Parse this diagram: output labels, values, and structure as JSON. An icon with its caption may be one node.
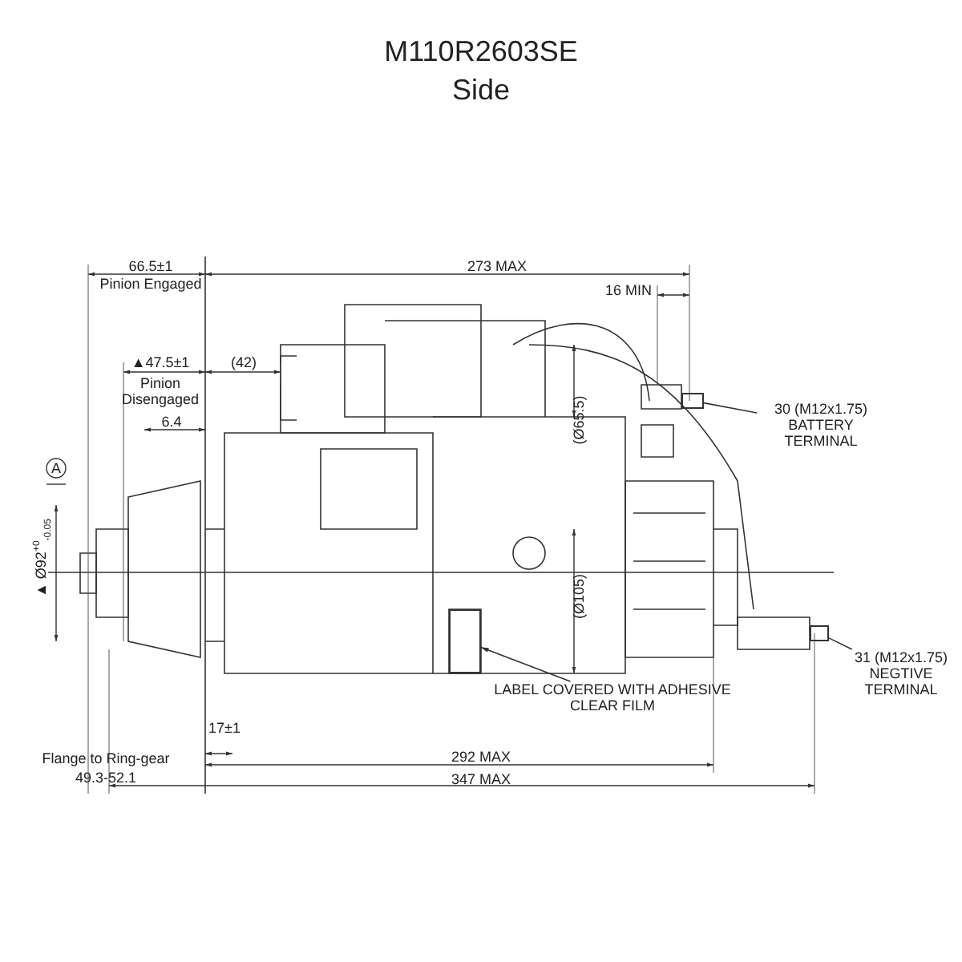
{
  "diagram": {
    "title": "M110R2603SE",
    "nodes": [
      {
        "text": [
          "30 (M12x1.75) BATTERY TERMINAL"
        ]
      },
      {
        "text": [],
        "shape": "box"
      },
      {
        "text": [
          "31 (M12x1.75) NEGTIVE TERMINAL"
        ]
      },
      {
        "text": [],
        "shape": "box"
      },
      {
        "text": [
          "LABEL COVERED WITH ADHESIVE CLEAR FILM"
        ]
      },
      {
        "text": [],
        "shape": "box"
      }
    ],
    "edges": [
      {
        "from": 0,
        "to": 1,
        "arrow": "none"
      },
      {
        "from": 2,
        "to": 3,
        "arrow": "none"
      },
      {
        "from": 4,
        "to": 5,
        "arrow": "to"
      }
    ],
    "labels": [
      "Side",
      "66.5±1",
      "Pinion Engaged",
      "273 MAX",
      "16 MIN",
      "▲47.5±1",
      "(42)",
      "Pinion Disengaged",
      "6.4",
      "A",
      "(Ø65.5)",
      "▲ Ø92$^{+0}$$_{-0.05}$",
      "(Ø105)",
      "17±1",
      "Flange to Ring-gear",
      "49.3-52.1",
      "292 MAX",
      "347 MAX"
    ]
  }
}
